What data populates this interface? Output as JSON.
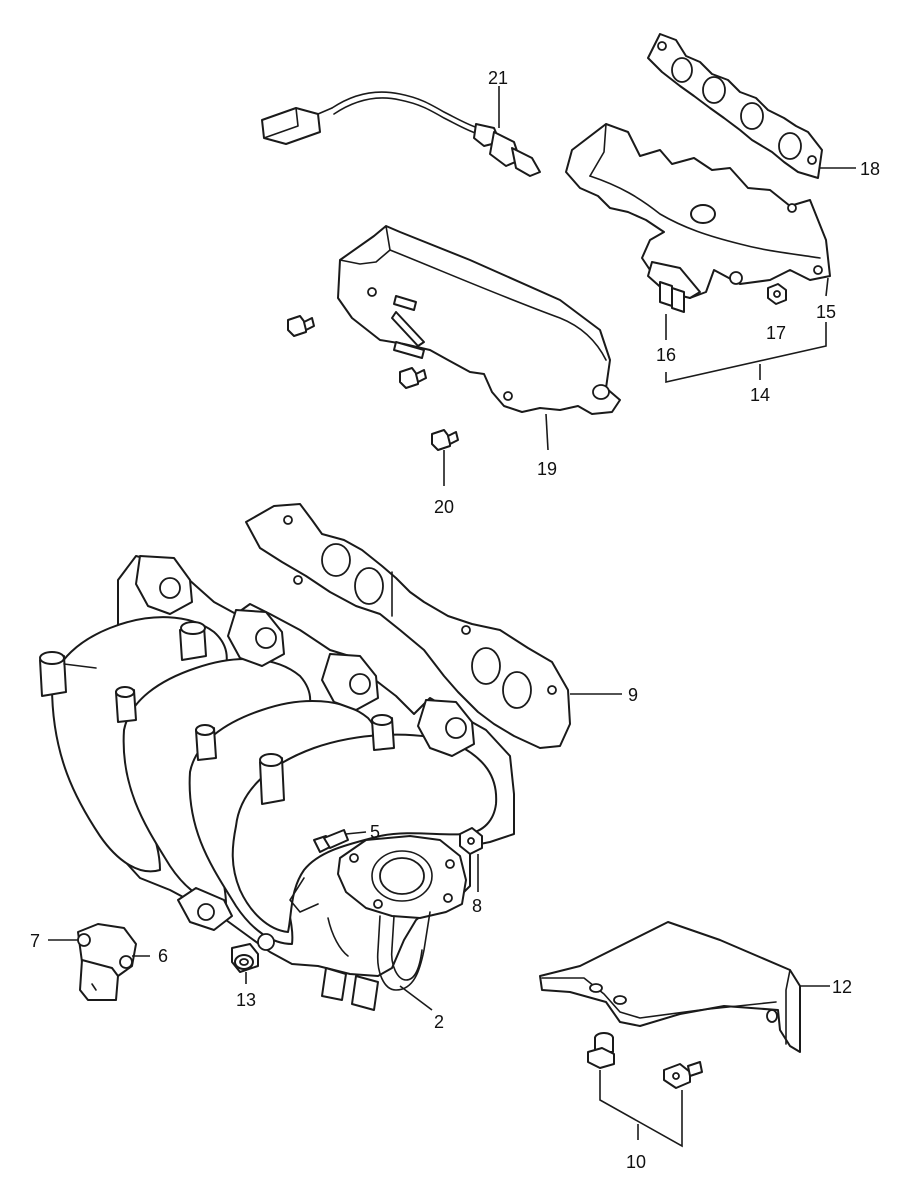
{
  "labels": {
    "l2": "2",
    "l5": "5",
    "l6": "6",
    "l7": "7",
    "l8": "8",
    "l9": "9",
    "l10": "10",
    "l12": "12",
    "l13": "13",
    "l14": "14",
    "l15": "15",
    "l16": "16",
    "l17": "17",
    "l18": "18",
    "l19": "19",
    "l20": "20",
    "l21": "21"
  }
}
